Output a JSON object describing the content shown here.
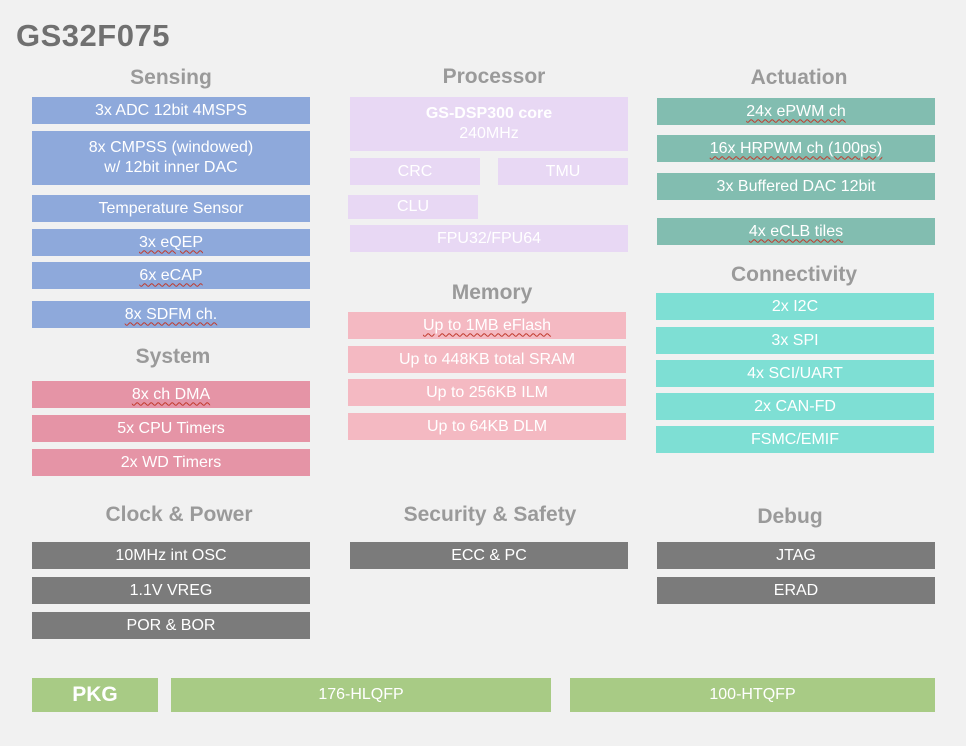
{
  "title": "GS32F075",
  "sensing": {
    "heading": "Sensing",
    "items": [
      "3x ADC 12bit 4MSPS",
      "8x CMPSS (windowed)",
      "w/ 12bit inner DAC",
      "Temperature Sensor",
      "3x eQEP",
      "6x eCAP",
      "8x SDFM ch."
    ]
  },
  "system": {
    "heading": "System",
    "items": [
      "8x ch DMA",
      "5x CPU Timers",
      "2x WD Timers"
    ]
  },
  "clock_power": {
    "heading": "Clock & Power",
    "items": [
      "10MHz int OSC",
      "1.1V VREG",
      "POR & BOR"
    ]
  },
  "processor": {
    "heading": "Processor",
    "core_name": "GS-DSP300 core",
    "core_freq": "240MHz",
    "items": [
      "CRC",
      "TMU",
      "CLU",
      "FPU32/FPU64"
    ]
  },
  "memory": {
    "heading": "Memory",
    "items": [
      "Up to 1MB eFlash",
      "Up to 448KB total SRAM",
      "Up to 256KB ILM",
      "Up to 64KB DLM"
    ]
  },
  "security": {
    "heading": "Security & Safety",
    "items": [
      "ECC & PC"
    ]
  },
  "actuation": {
    "heading": "Actuation",
    "items": [
      "24x ePWM ch",
      "16x HRPWM ch (100ps)",
      "3x Buffered DAC 12bit",
      "4x eCLB tiles"
    ]
  },
  "connectivity": {
    "heading": "Connectivity",
    "items": [
      "2x I2C",
      "3x SPI",
      "4x SCI/UART",
      "2x CAN-FD",
      "FSMC/EMIF"
    ]
  },
  "debug": {
    "heading": "Debug",
    "items": [
      "JTAG",
      "ERAD"
    ]
  },
  "pkg": {
    "label": "PKG",
    "items": [
      "176-HLQFP",
      "100-HTQFP"
    ]
  },
  "colors": {
    "sensing": "#8ea9db",
    "system": "#e594a6",
    "memory": "#f4b9c2",
    "processor": "#e8d8f4",
    "actuation": "#82bdb0",
    "connectivity": "#7edfd4",
    "clock_power": "#7b7b7b",
    "pkg": "#a8cb85"
  }
}
